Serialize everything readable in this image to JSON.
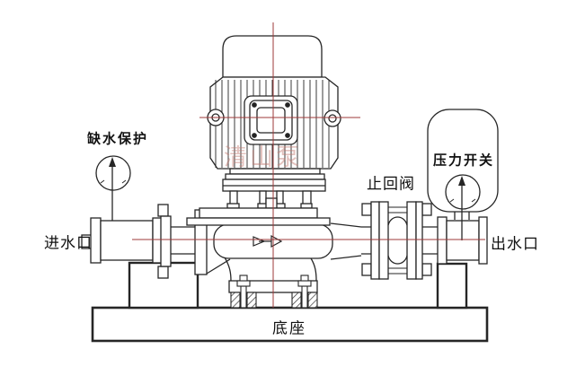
{
  "labels": {
    "water_shortage_protection": "缺水保护",
    "pressure_switch": "压力开关",
    "check_valve": "止回阀",
    "inlet": "进水口",
    "outlet": "出水口",
    "base": "底座",
    "watermark": "清山泵"
  },
  "colors": {
    "line": "#262626",
    "centerline": "#9e3a3a",
    "background": "#ffffff",
    "watermark": "#c27a70"
  }
}
